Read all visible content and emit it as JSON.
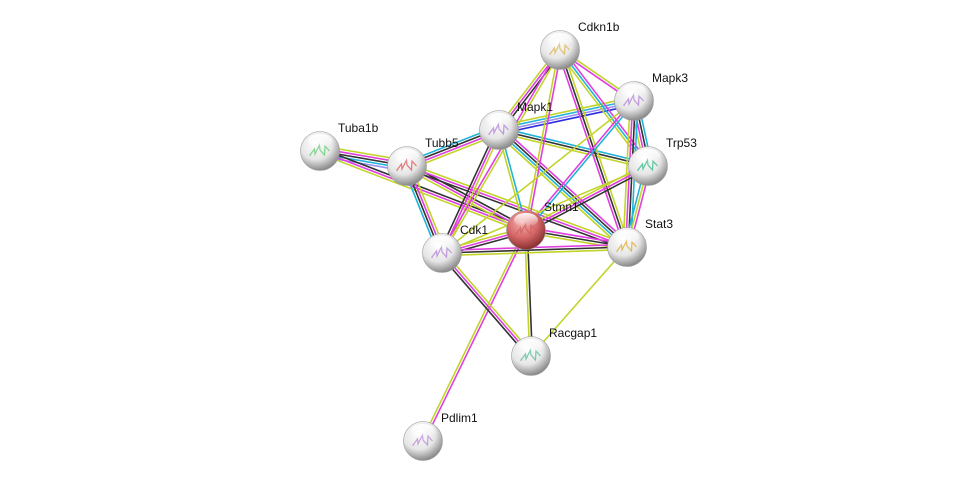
{
  "channel_colors": {
    "textmining": "#c2d42a",
    "experiments": "#e03ee0",
    "coexpression": "#333333",
    "database": "#22b4d8",
    "homology": "#9b8ff0",
    "cooccurrence": "#2a2ae0"
  },
  "nodes": [
    {
      "id": "Cdkn1b",
      "label": "Cdkn1b",
      "query": false,
      "tint": "#d8b860"
    },
    {
      "id": "Mapk3",
      "label": "Mapk3",
      "query": false,
      "tint": "#b58ad8"
    },
    {
      "id": "Mapk1",
      "label": "Mapk1",
      "query": false,
      "tint": "#b58ad8"
    },
    {
      "id": "Tuba1b",
      "label": "Tuba1b",
      "query": false,
      "tint": "#6fcf7a"
    },
    {
      "id": "Tubb5",
      "label": "Tubb5",
      "query": false,
      "tint": "#e06060"
    },
    {
      "id": "Trp53",
      "label": "Trp53",
      "query": false,
      "tint": "#40c090"
    },
    {
      "id": "Stmn1",
      "label": "Stmn1",
      "query": true,
      "tint": "#d06060"
    },
    {
      "id": "Cdk1",
      "label": "Cdk1",
      "query": false,
      "tint": "#b58ad8"
    },
    {
      "id": "Stat3",
      "label": "Stat3",
      "query": false,
      "tint": "#e0b040"
    },
    {
      "id": "Racgap1",
      "label": "Racgap1",
      "query": false,
      "tint": "#60c0a0"
    },
    {
      "id": "Pdlim1",
      "label": "Pdlim1",
      "query": false,
      "tint": "#c090d8"
    }
  ],
  "edges": [
    {
      "s": "Tuba1b",
      "t": "Tubb5",
      "c": [
        "textmining",
        "experiments",
        "coexpression",
        "database",
        "homology"
      ]
    },
    {
      "s": "Tuba1b",
      "t": "Stmn1",
      "c": [
        "coexpression",
        "experiments",
        "textmining"
      ]
    },
    {
      "s": "Tubb5",
      "t": "Mapk1",
      "c": [
        "database",
        "coexpression",
        "experiments",
        "textmining"
      ]
    },
    {
      "s": "Tubb5",
      "t": "Cdk1",
      "c": [
        "textmining",
        "experiments",
        "coexpression",
        "database"
      ]
    },
    {
      "s": "Tubb5",
      "t": "Stmn1",
      "c": [
        "coexpression",
        "experiments",
        "textmining"
      ]
    },
    {
      "s": "Tubb5",
      "t": "Stat3",
      "c": [
        "textmining",
        "experiments",
        "coexpression"
      ]
    },
    {
      "s": "Mapk1",
      "t": "Cdkn1b",
      "c": [
        "textmining",
        "experiments",
        "coexpression"
      ]
    },
    {
      "s": "Mapk1",
      "t": "Mapk3",
      "c": [
        "textmining",
        "database",
        "homology",
        "cooccurrence"
      ]
    },
    {
      "s": "Mapk1",
      "t": "Trp53",
      "c": [
        "database",
        "coexpression",
        "textmining"
      ]
    },
    {
      "s": "Mapk1",
      "t": "Stat3",
      "c": [
        "experiments",
        "coexpression",
        "database",
        "textmining"
      ]
    },
    {
      "s": "Mapk1",
      "t": "Stmn1",
      "c": [
        "database",
        "textmining"
      ]
    },
    {
      "s": "Mapk1",
      "t": "Cdk1",
      "c": [
        "textmining",
        "experiments",
        "coexpression"
      ]
    },
    {
      "s": "Cdkn1b",
      "t": "Mapk3",
      "c": [
        "textmining",
        "experiments"
      ]
    },
    {
      "s": "Cdkn1b",
      "t": "Trp53",
      "c": [
        "experiments",
        "database",
        "textmining"
      ]
    },
    {
      "s": "Cdkn1b",
      "t": "Stat3",
      "c": [
        "textmining",
        "coexpression",
        "experiments"
      ]
    },
    {
      "s": "Cdkn1b",
      "t": "Stmn1",
      "c": [
        "experiments",
        "textmining"
      ]
    },
    {
      "s": "Cdkn1b",
      "t": "Cdk1",
      "c": [
        "textmining",
        "experiments"
      ]
    },
    {
      "s": "Mapk3",
      "t": "Trp53",
      "c": [
        "database",
        "coexpression",
        "experiments",
        "textmining"
      ]
    },
    {
      "s": "Mapk3",
      "t": "Stat3",
      "c": [
        "database",
        "coexpression",
        "experiments",
        "textmining"
      ]
    },
    {
      "s": "Mapk3",
      "t": "Stmn1",
      "c": [
        "database",
        "experiments"
      ]
    },
    {
      "s": "Mapk3",
      "t": "Cdk1",
      "c": [
        "textmining"
      ]
    },
    {
      "s": "Trp53",
      "t": "Stat3",
      "c": [
        "experiments",
        "textmining",
        "database"
      ]
    },
    {
      "s": "Trp53",
      "t": "Stmn1",
      "c": [
        "coexpression",
        "experiments",
        "textmining"
      ]
    },
    {
      "s": "Trp53",
      "t": "Cdk1",
      "c": [
        "textmining"
      ]
    },
    {
      "s": "Stmn1",
      "t": "Cdk1",
      "c": [
        "coexpression",
        "experiments",
        "textmining"
      ]
    },
    {
      "s": "Stmn1",
      "t": "Stat3",
      "c": [
        "experiments",
        "coexpression",
        "textmining"
      ]
    },
    {
      "s": "Stmn1",
      "t": "Racgap1",
      "c": [
        "coexpression",
        "textmining"
      ]
    },
    {
      "s": "Stmn1",
      "t": "Pdlim1",
      "c": [
        "experiments",
        "textmining"
      ]
    },
    {
      "s": "Cdk1",
      "t": "Stat3",
      "c": [
        "experiments",
        "coexpression",
        "textmining"
      ]
    },
    {
      "s": "Cdk1",
      "t": "Racgap1",
      "c": [
        "textmining",
        "experiments",
        "coexpression"
      ]
    },
    {
      "s": "Stat3",
      "t": "Racgap1",
      "c": [
        "textmining"
      ]
    }
  ]
}
